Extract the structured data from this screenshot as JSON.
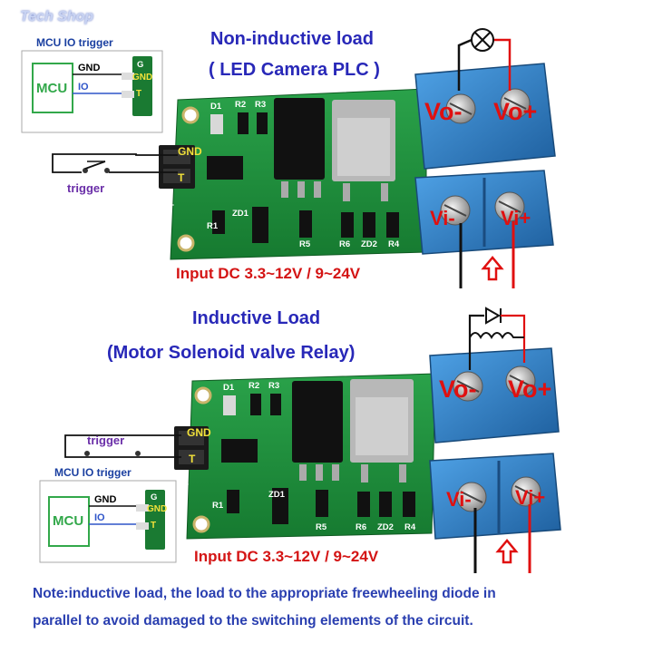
{
  "logo": {
    "text": "Tech Shop"
  },
  "top_diagram": {
    "title_line1": "Non-inductive load",
    "title_line2": "( LED Camera PLC )",
    "mcu_box": {
      "caption": "MCU IO trigger",
      "mcu_label": "MCU",
      "gnd_wire": "GND",
      "io_wire": "IO",
      "pin_g": "G",
      "pin_gnd": "GND",
      "pin_t": "T"
    },
    "trigger_label": "trigger",
    "header_gnd": "GND",
    "header_t": "T",
    "pcb_side_g": "G",
    "pcb_side_t": "T",
    "components": [
      "D1",
      "R2",
      "R3",
      "R1",
      "ZD1",
      "R5",
      "R6",
      "ZD2",
      "R4"
    ],
    "output_terminals": [
      "Vo-",
      "Vo+"
    ],
    "input_terminals": [
      "Vi-",
      "Vi+"
    ],
    "input_text": "Input DC 3.3~12V / 9~24V",
    "load_icon": "lamp-icon"
  },
  "bottom_diagram": {
    "title_line1": "Inductive Load",
    "title_line2": "(Motor Solenoid valve Relay)",
    "mcu_box": {
      "caption": "MCU IO trigger",
      "mcu_label": "MCU",
      "gnd_wire": "GND",
      "io_wire": "IO",
      "pin_g": "G",
      "pin_gnd": "GND",
      "pin_t": "T"
    },
    "trigger_label": "trigger",
    "header_gnd": "GND",
    "header_t": "T",
    "pcb_side_g": "G",
    "pcb_side_t": "T",
    "components": [
      "D1",
      "R2",
      "R3",
      "R1",
      "ZD1",
      "R5",
      "R6",
      "ZD2",
      "R4"
    ],
    "output_terminals": [
      "Vo-",
      "Vo+"
    ],
    "input_terminals": [
      "Vi-",
      "Vi+"
    ],
    "input_text": "Input DC 3.3~12V / 9~24V",
    "load_icon": "diode-coil-icon"
  },
  "note_line1": "Note:inductive load, the load to the appropriate freewheeling diode in",
  "note_line2": "parallel to avoid damaged to the switching elements of the circuit.",
  "colors": {
    "heading": "#2828b8",
    "input_text": "#d41414",
    "pcb_green": "#1f8a3a",
    "terminal_blue": "#2f7fc4",
    "terminal_label": "#e01010",
    "pin_label": "#f3e23a",
    "trigger_label": "#6a2ea8",
    "mcu_green": "#32a84a"
  }
}
